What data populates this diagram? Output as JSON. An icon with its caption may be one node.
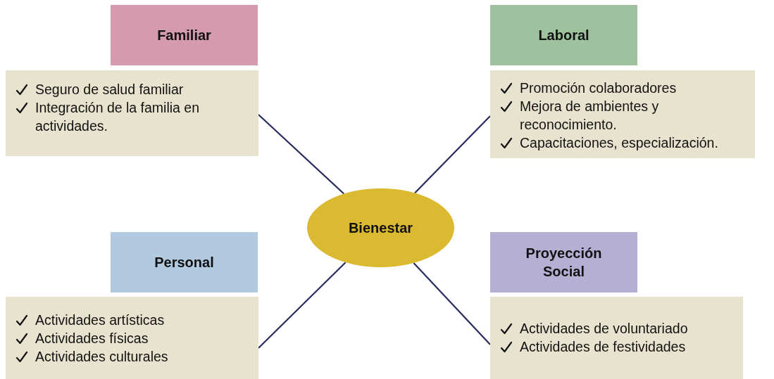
{
  "diagram": {
    "nodes": [
      {
        "text": [
          "Familiar"
        ]
      },
      {
        "text": [
          "Seguro de salud familiar",
          "Integración de la familia en actividades."
        ]
      },
      {
        "text": [
          "Laboral"
        ]
      },
      {
        "text": [
          "Promoción colaboradores",
          "Mejora de ambientes y reconocimiento.",
          "Capacitaciones, especialización."
        ]
      },
      {
        "text": [
          "Bienestar"
        ]
      },
      {
        "text": [
          "Personal"
        ]
      },
      {
        "text": [
          "Actividades artísticas",
          "Actividades físicas",
          "Actividades culturales"
        ]
      },
      {
        "text": [
          "Proyección Social"
        ]
      },
      {
        "text": [
          "Actividades de voluntariado",
          "Actividades de festividades"
        ]
      }
    ],
    "edges": [
      {
        "from": 4,
        "to": 1,
        "arrow": "none"
      },
      {
        "from": 4,
        "to": 3,
        "arrow": "none"
      },
      {
        "from": 4,
        "to": 6,
        "arrow": "none"
      },
      {
        "from": 4,
        "to": 8,
        "arrow": "none"
      }
    ]
  }
}
